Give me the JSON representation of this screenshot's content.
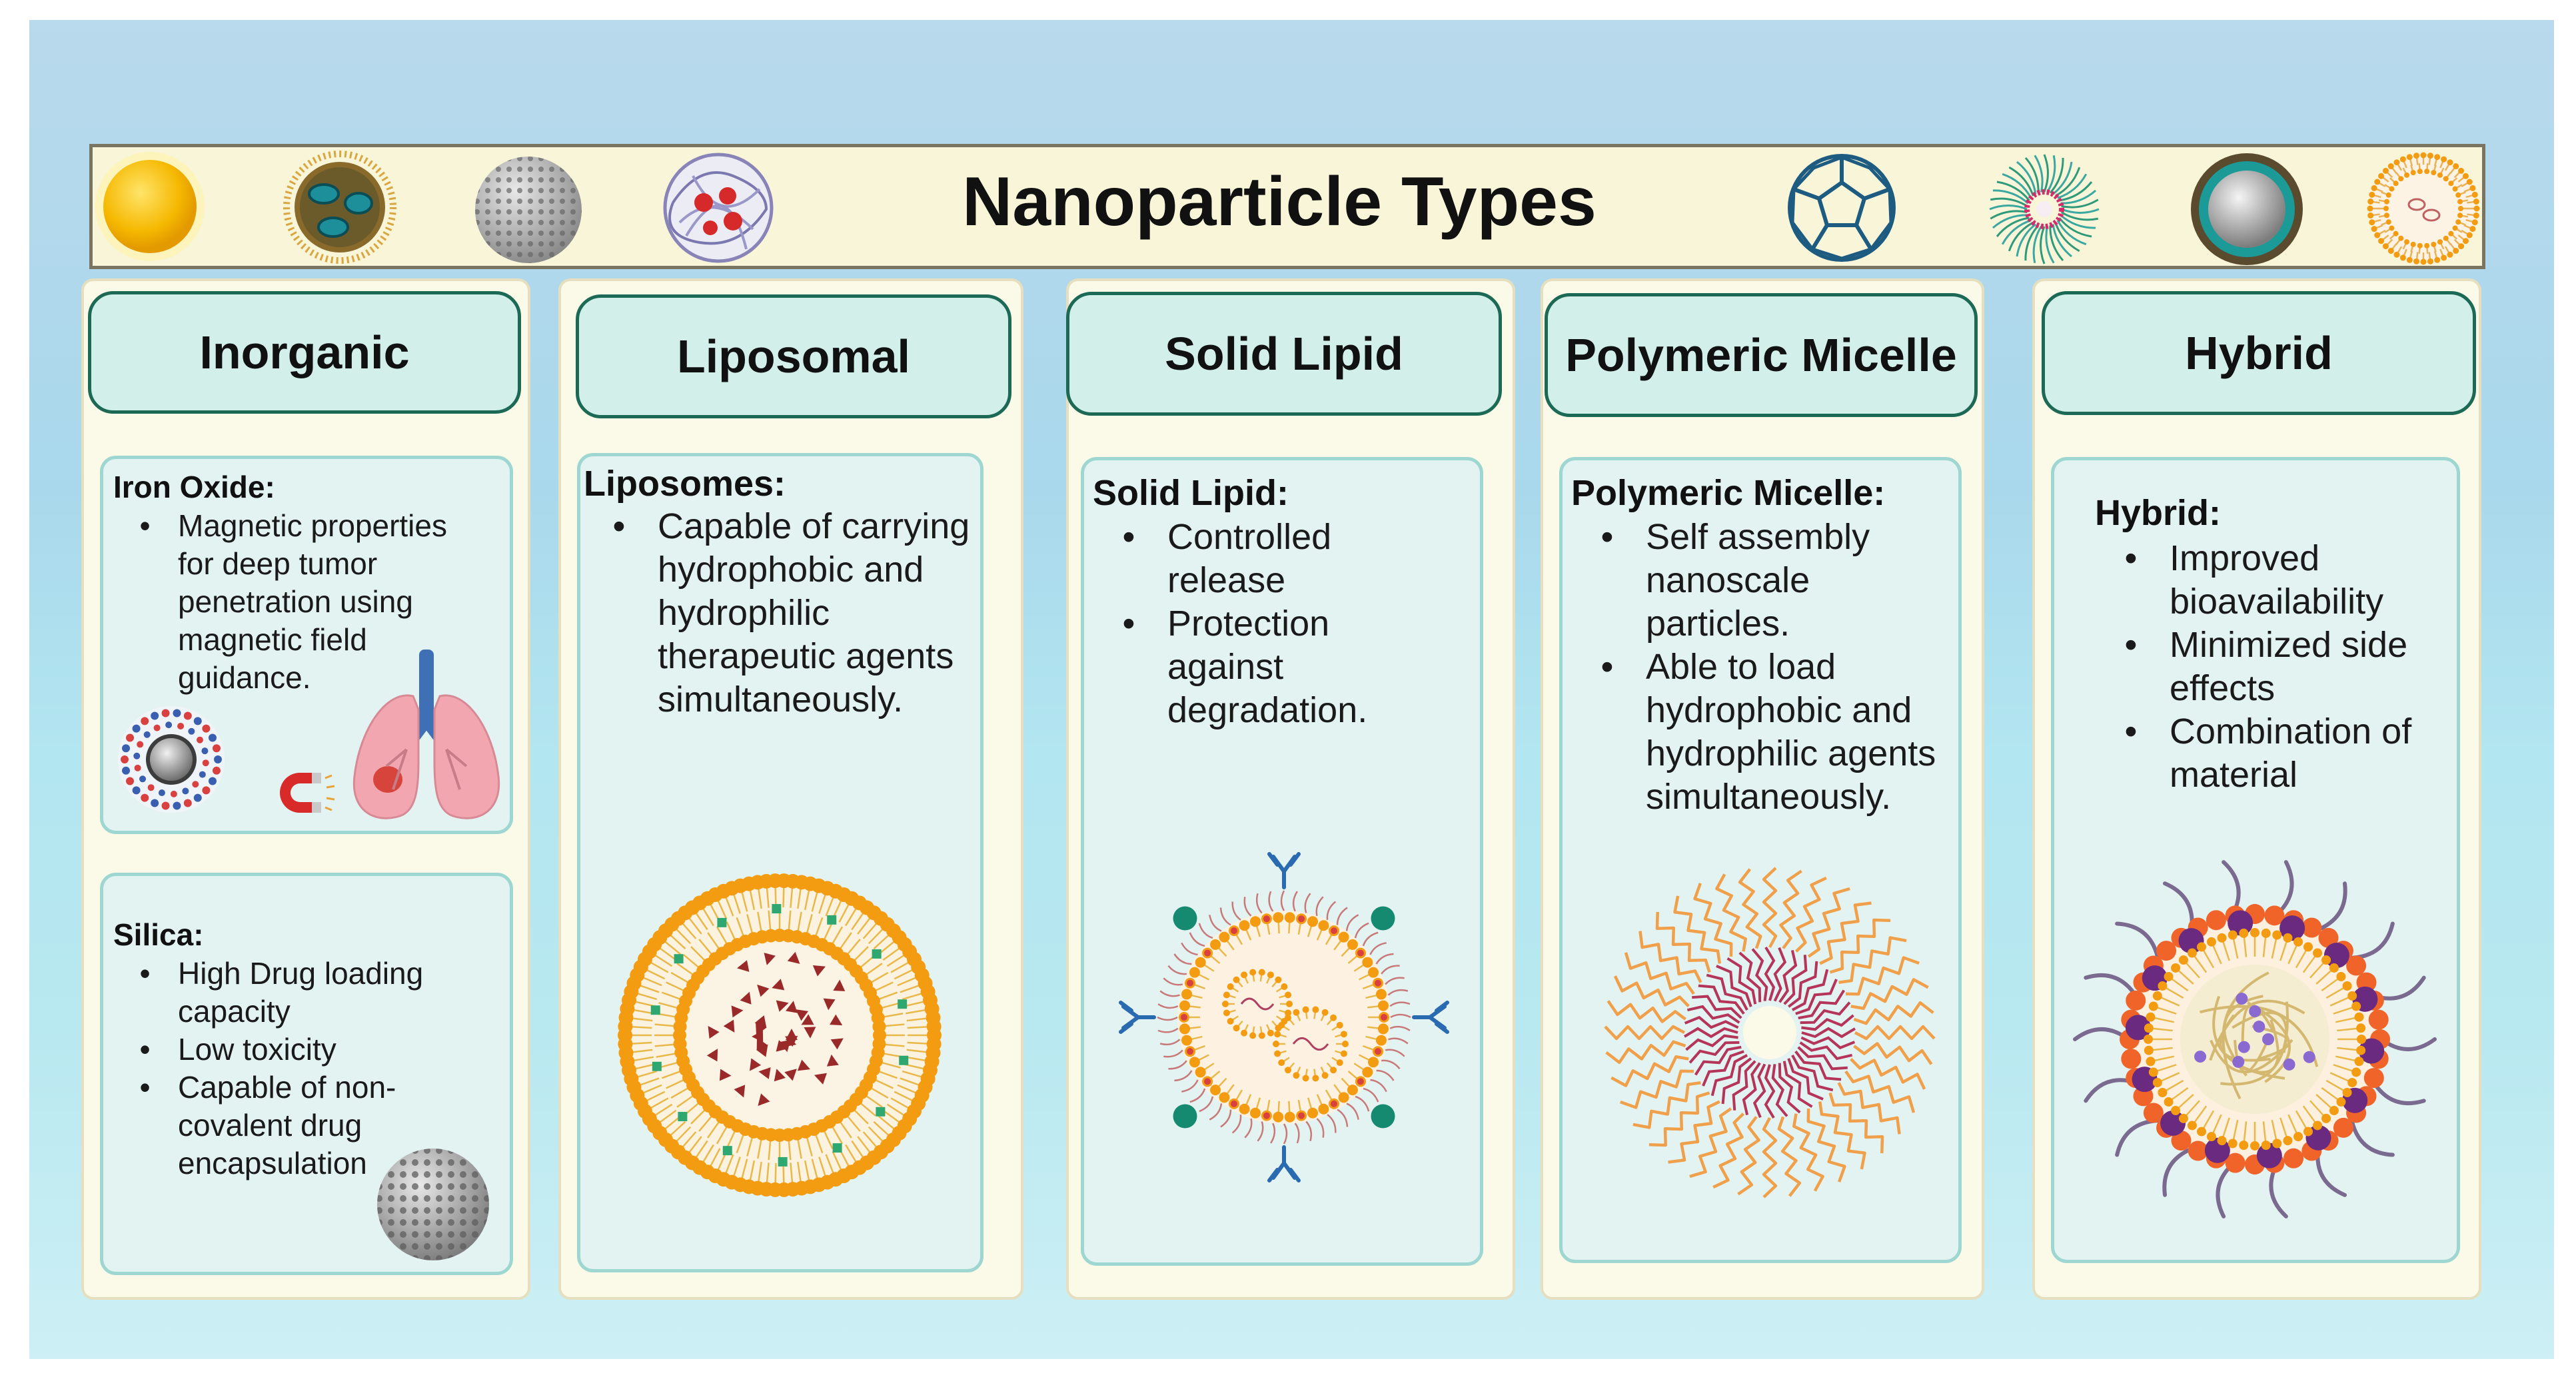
{
  "title": "Nanoparticle Types",
  "colors": {
    "background": "#b9d9ec",
    "banner": "#f8f5d8",
    "panel": "#fbfae8",
    "header_fill": "#d2efea",
    "header_border": "#1c6a56",
    "box_fill": "#e3f3f1",
    "box_border": "#9ed6d1",
    "lipid_head": "#f39c12",
    "micelle_tail": "#f0a04b",
    "drug": "#b03030"
  },
  "banner_icons": [
    "gold-nanoparticle-icon",
    "iron-oxide-nanoparticle-icon",
    "mesoporous-silica-icon",
    "polymer-nanoparticle-icon",
    "fullerene-icon",
    "dendrimer-icon",
    "core-shell-nanoparticle-icon",
    "liposome-icon"
  ],
  "categories": [
    {
      "header": "Inorganic",
      "boxes": [
        {
          "title": "Iron Oxide:",
          "bullets": [
            "Magnetic properties for deep tumor penetration using magnetic field guidance."
          ]
        },
        {
          "title": "Silica:",
          "bullets": [
            "High Drug loading capacity",
            "Low toxicity",
            "Capable of non-covalent drug encapsulation"
          ]
        }
      ]
    },
    {
      "header": "Liposomal",
      "boxes": [
        {
          "title": "Liposomes:",
          "bullets": [
            "Capable of carrying hydrophobic and hydrophilic therapeutic agents simultaneously."
          ]
        }
      ]
    },
    {
      "header": "Solid Lipid",
      "boxes": [
        {
          "title": "Solid Lipid:",
          "bullets": [
            "Controlled release",
            "Protection against degradation."
          ]
        }
      ]
    },
    {
      "header": "Polymeric Micelle",
      "boxes": [
        {
          "title": "Polymeric Micelle:",
          "bullets": [
            "Self assembly nanoscale particles.",
            "Able to load hydrophobic and hydrophilic agents simultaneously."
          ]
        }
      ]
    },
    {
      "header": "Hybrid",
      "boxes": [
        {
          "title": "Hybrid:",
          "bullets": [
            "Improved bioavailability",
            "Minimized side effects",
            "Combination of material"
          ]
        }
      ]
    }
  ]
}
